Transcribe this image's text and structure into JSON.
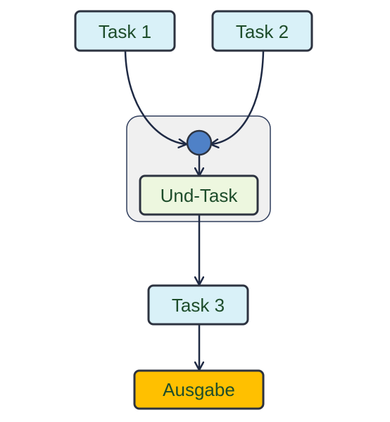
{
  "nodes": {
    "task1": {
      "label": "Task 1",
      "fill": "#d9f1f8"
    },
    "task2": {
      "label": "Task 2",
      "fill": "#d9f1f8"
    },
    "und_task": {
      "label": "Und-Task",
      "fill": "#edf7df"
    },
    "task3": {
      "label": "Task 3",
      "fill": "#d9f1f8"
    },
    "ausgabe": {
      "label": "Ausgabe",
      "fill": "#ffc000"
    }
  },
  "colors": {
    "border": "#2d3340",
    "arrow": "#1f2a44",
    "text": "#1e4d2b",
    "group_fill": "#f0f0f0",
    "group_border": "#2f3d5c",
    "join_node": "#4f81c7"
  },
  "edges": [
    {
      "from": "task1",
      "to": "join"
    },
    {
      "from": "task2",
      "to": "join"
    },
    {
      "from": "join",
      "to": "und_task"
    },
    {
      "from": "und_task",
      "to": "task3"
    },
    {
      "from": "task3",
      "to": "ausgabe"
    }
  ]
}
